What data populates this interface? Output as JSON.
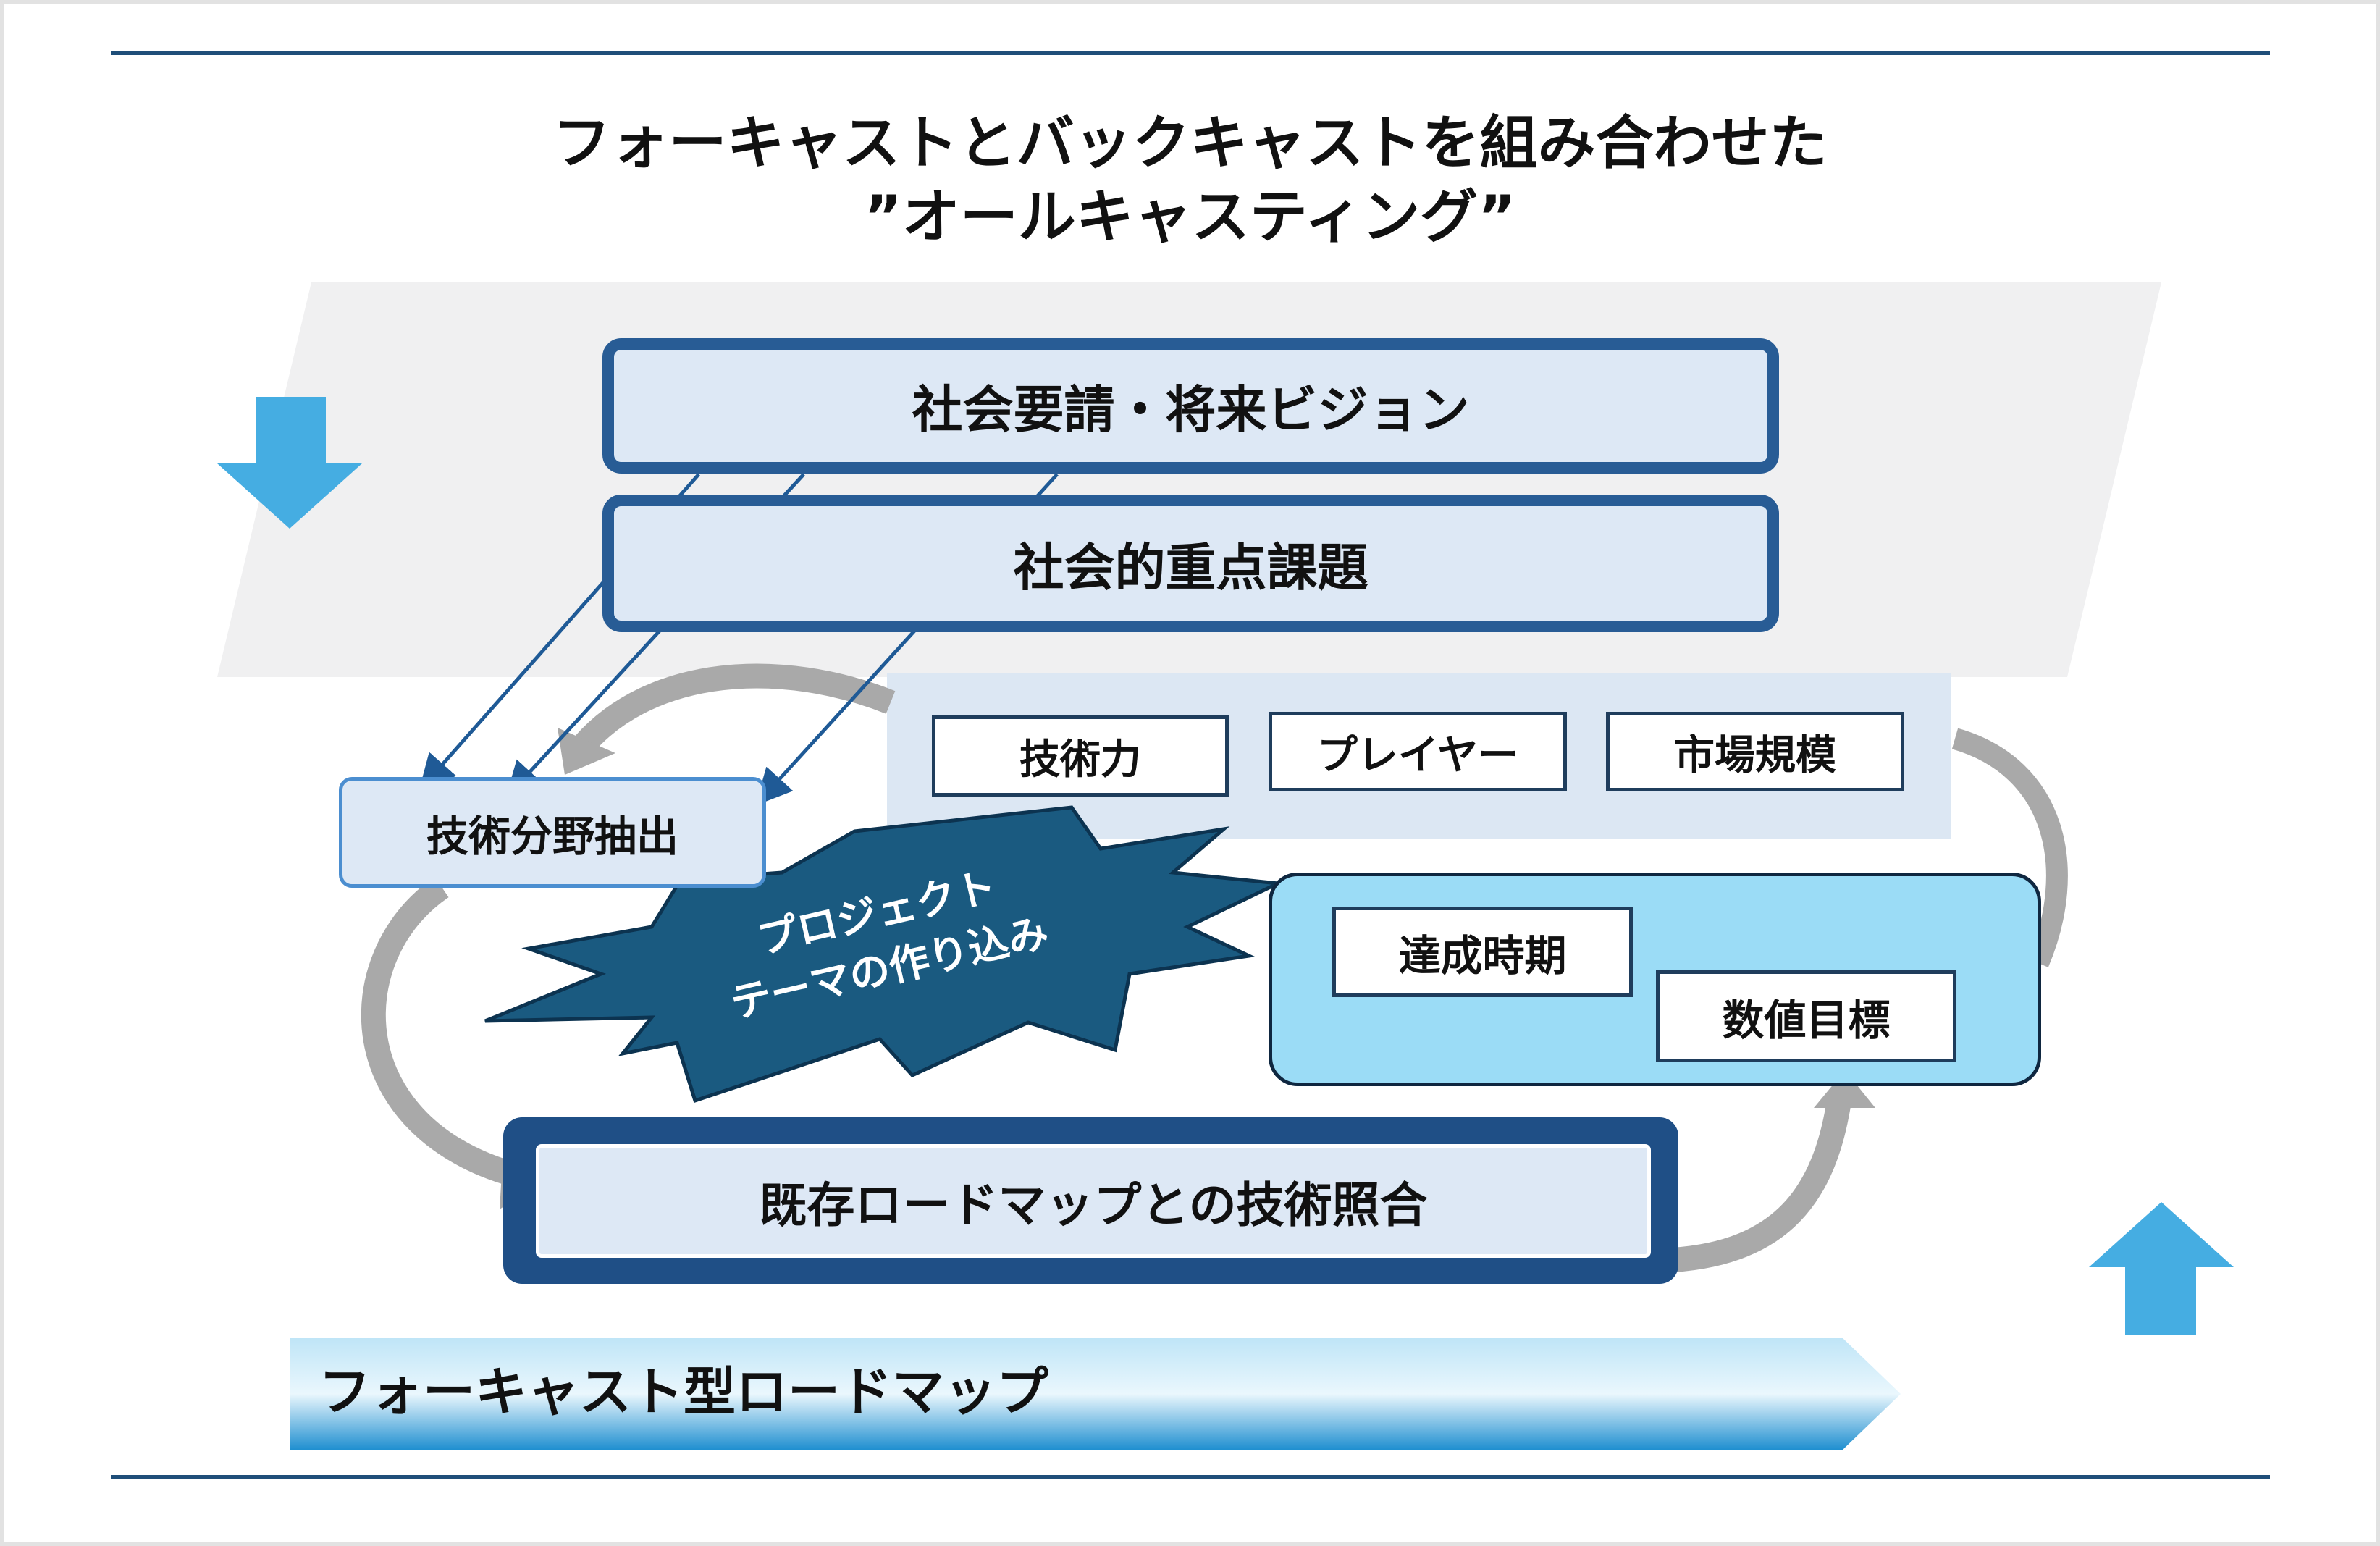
{
  "title": {
    "line1": "フォーキャストとバックキャストを組み合わせた",
    "line2": "”オールキャスティング”"
  },
  "boxes": {
    "vision": "社会要請・将来ビジョン",
    "priority": "社会的重点課題",
    "extract": "技術分野抽出",
    "tech_power": "技術力",
    "player": "プレイヤー",
    "market": "市場規模",
    "achieve_time": "達成時期",
    "numeric_target": "数値目標",
    "roadmap_check": "既存ロードマップとの技術照合"
  },
  "burst": {
    "line1": "プロジェクト",
    "line2": "テーマの作り込み"
  },
  "forecast_band": {
    "label": "フォーキャスト型ロードマップ"
  },
  "icons": [
    "down-arrow-icon",
    "up-arrow-icon"
  ],
  "colors": {
    "rule": "#1f4e79",
    "box_border": "#285c95",
    "box_fill": "#dde8f5",
    "cyan_fill": "#9bdcf6",
    "burst_fill": "#1a5a80",
    "arrow_blue": "#45ade2",
    "grey_band": "#f0f0f1"
  }
}
